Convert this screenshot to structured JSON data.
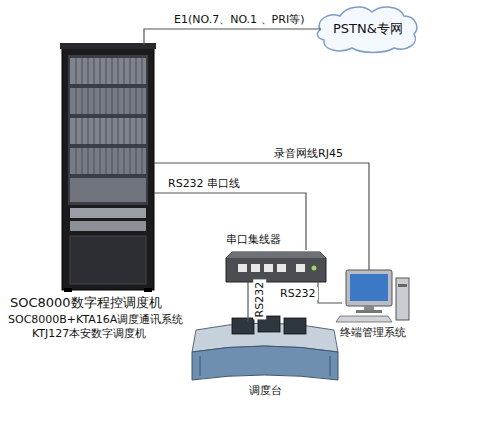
{
  "diagram": {
    "nodes": [
      {
        "text": [
          "PSTN&专网"
        ]
      },
      {
        "text": [
          "SOC8000数字程控调度机",
          "SOC8000B+KTA16A调度通讯系统",
          "KTJ127本安数字调度机"
        ]
      },
      {
        "text": [
          "串口集线器"
        ]
      },
      {
        "text": [
          "终端管理系统"
        ]
      },
      {
        "text": [
          "调度台"
        ]
      }
    ],
    "edges": [
      {
        "from": 1,
        "to": 0,
        "arrow": "none",
        "label": "E1(NO.7、NO.1 、PRI等)"
      },
      {
        "from": 1,
        "to": 3,
        "arrow": "none",
        "label": "录音网线RJ45"
      },
      {
        "from": 1,
        "to": 2,
        "arrow": "none",
        "label": "RS232 串口线"
      },
      {
        "from": 2,
        "to": 4,
        "arrow": "none",
        "label": "RS232"
      },
      {
        "from": 2,
        "to": 3,
        "arrow": "none",
        "label": "RS232"
      }
    ]
  }
}
